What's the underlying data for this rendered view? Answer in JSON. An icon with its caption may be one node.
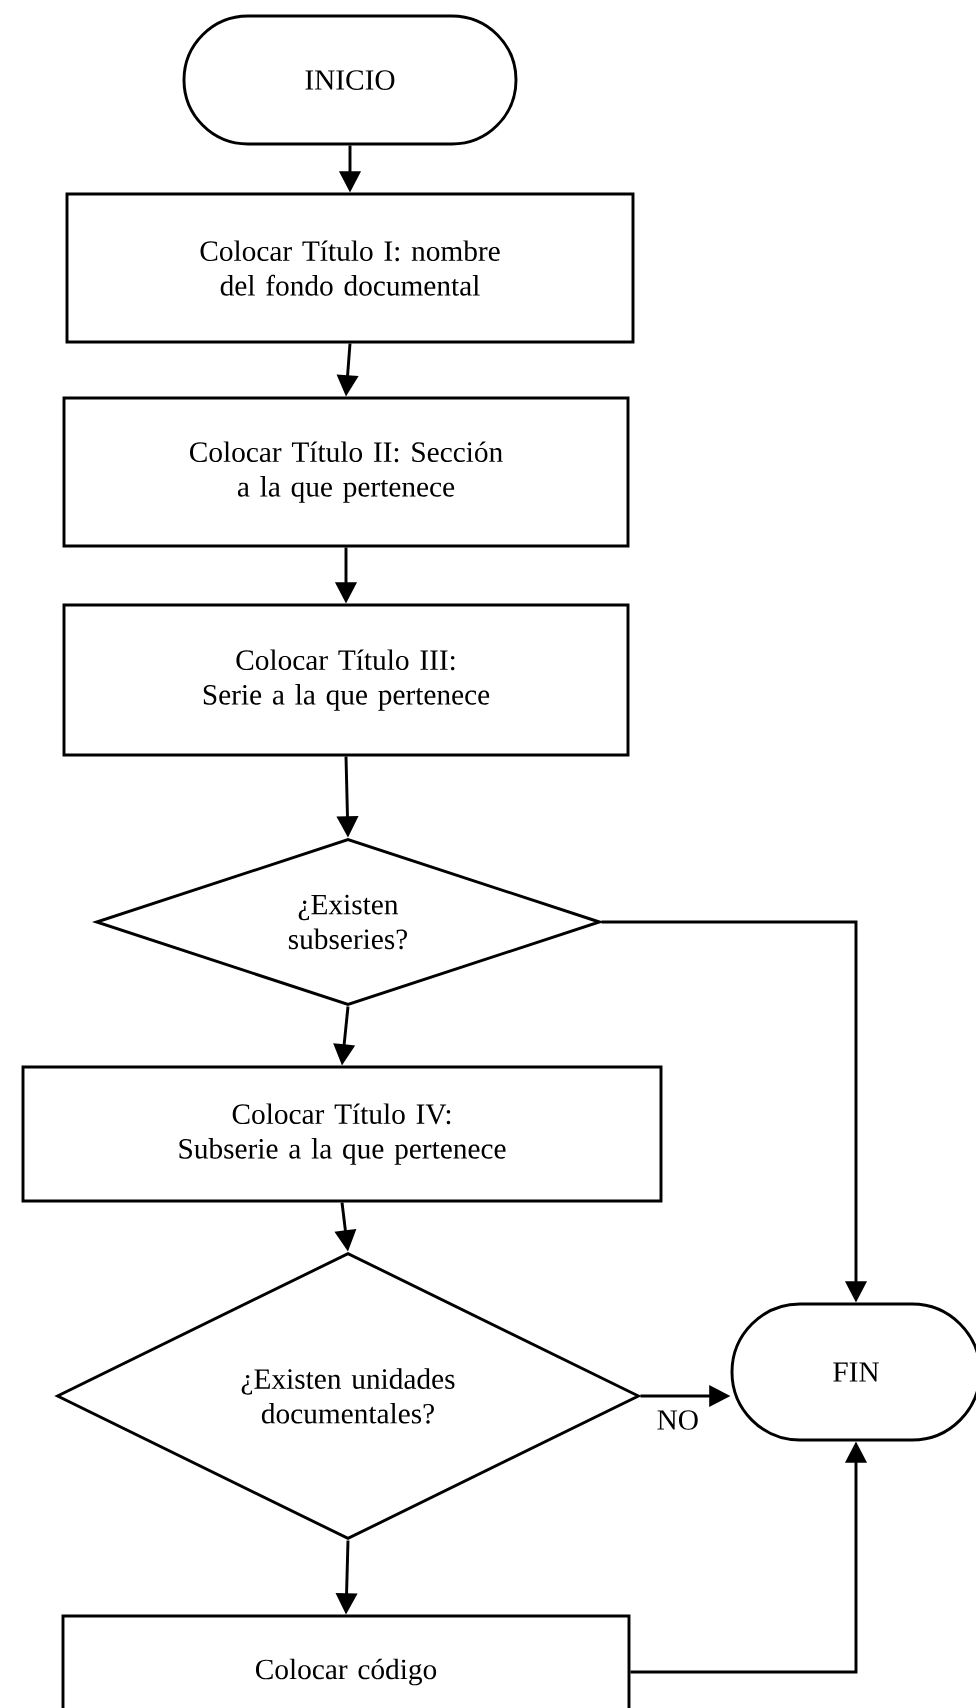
{
  "diagram": {
    "nodes": [
      {
        "text": [
          "INICIO"
        ]
      },
      {
        "text": [
          "Colocar Título I: nombre del fondo documental"
        ]
      },
      {
        "text": [
          "Colocar Título II: Sección a la que pertenece"
        ]
      },
      {
        "text": [
          "Colocar Título III: Serie a la que pertenece"
        ]
      },
      {
        "text": [
          "¿Existen subseries?"
        ]
      },
      {
        "text": [
          "Colocar Título IV: Subserie a la que pertenece"
        ]
      },
      {
        "text": [
          "¿Existen unidades documentales?"
        ]
      },
      {
        "text": [
          "FIN"
        ]
      },
      {
        "text": [
          "Colocar código"
        ]
      }
    ],
    "edges": [
      {
        "from": 0,
        "to": 1,
        "arrow": "to"
      },
      {
        "from": 1,
        "to": 2,
        "arrow": "to"
      },
      {
        "from": 2,
        "to": 3,
        "arrow": "to"
      },
      {
        "from": 3,
        "to": 4,
        "arrow": "to"
      },
      {
        "from": 4,
        "to": 5,
        "arrow": "to"
      },
      {
        "from": 5,
        "to": 6,
        "arrow": "to"
      },
      {
        "from": 6,
        "to": 7,
        "arrow": "to",
        "label": "NO"
      },
      {
        "from": 6,
        "to": 8,
        "arrow": "to"
      },
      {
        "from": 4,
        "to": 7,
        "arrow": "to"
      },
      {
        "from": 8,
        "to": 7,
        "arrow": "to"
      }
    ]
  }
}
